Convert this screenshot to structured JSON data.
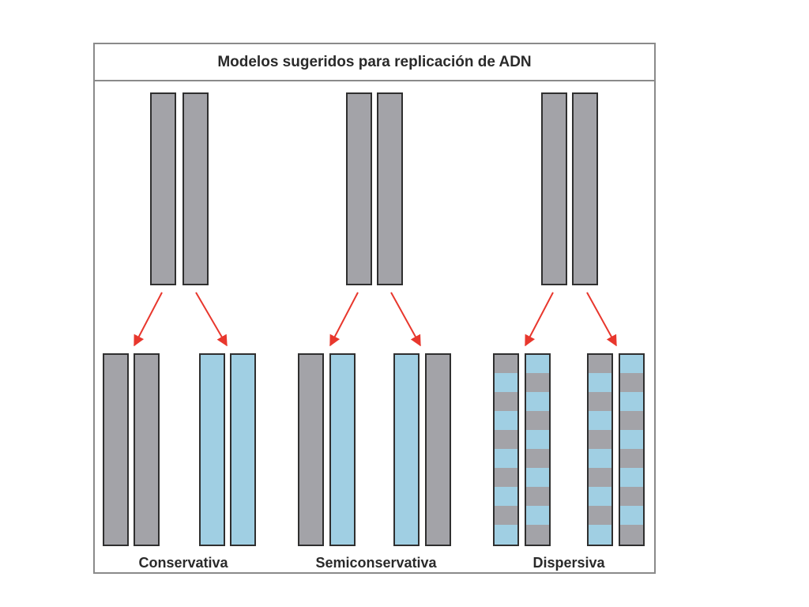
{
  "title": "Modelos sugeridos para replicación de ADN",
  "models": [
    {
      "label": "Conservativa"
    },
    {
      "label": "Semiconservativa"
    },
    {
      "label": "Dispersiva"
    }
  ],
  "colors": {
    "parent_strand": "#a3a3a8",
    "new_strand": "#a0cfe3",
    "outline": "#2f2f2f",
    "arrow": "#e8372d",
    "frame": "#8a8a8a"
  }
}
